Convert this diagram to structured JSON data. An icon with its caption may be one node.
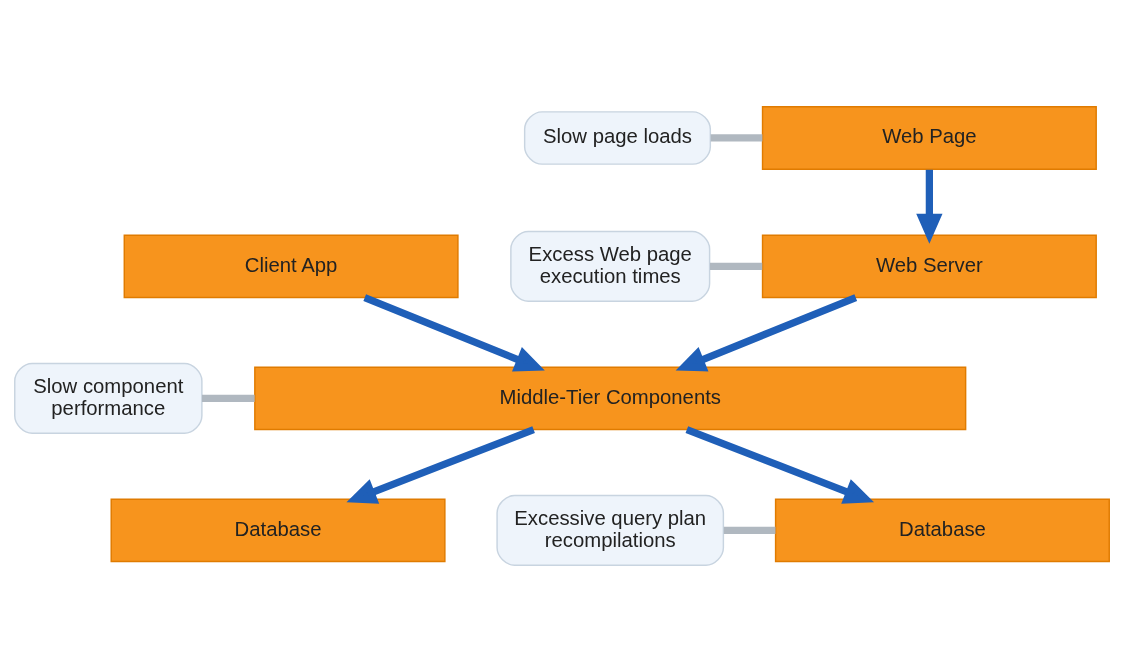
{
  "diagram": {
    "nodes": [
      {
        "text": [
          "Client App"
        ]
      },
      {
        "text": [
          "Web Page"
        ]
      },
      {
        "text": [
          "Web Server"
        ]
      },
      {
        "text": [
          "Middle-Tier Components"
        ]
      },
      {
        "text": [
          "Database"
        ]
      },
      {
        "text": [
          "Database"
        ]
      },
      {
        "text": [
          "Slow page loads"
        ]
      },
      {
        "text": [
          "Excess Web page execution times"
        ]
      },
      {
        "text": [
          "Slow component performance"
        ]
      },
      {
        "text": [
          "Excessive query plan recompilations"
        ]
      }
    ],
    "edges": [
      {
        "from": 0,
        "to": 3,
        "arrow": "to"
      },
      {
        "from": 1,
        "to": 2,
        "arrow": "to"
      },
      {
        "from": 2,
        "to": 3,
        "arrow": "to"
      },
      {
        "from": 3,
        "to": 4,
        "arrow": "to"
      },
      {
        "from": 3,
        "to": 5,
        "arrow": "to"
      },
      {
        "from": 6,
        "to": 1,
        "arrow": "none",
        "color": "#b0b8c0"
      },
      {
        "from": 7,
        "to": 2,
        "arrow": "none",
        "color": "#b0b8c0"
      },
      {
        "from": 8,
        "to": 3,
        "arrow": "none",
        "color": "#b0b8c0"
      },
      {
        "from": 9,
        "to": 5,
        "arrow": "none",
        "color": "#b0b8c0"
      }
    ]
  }
}
